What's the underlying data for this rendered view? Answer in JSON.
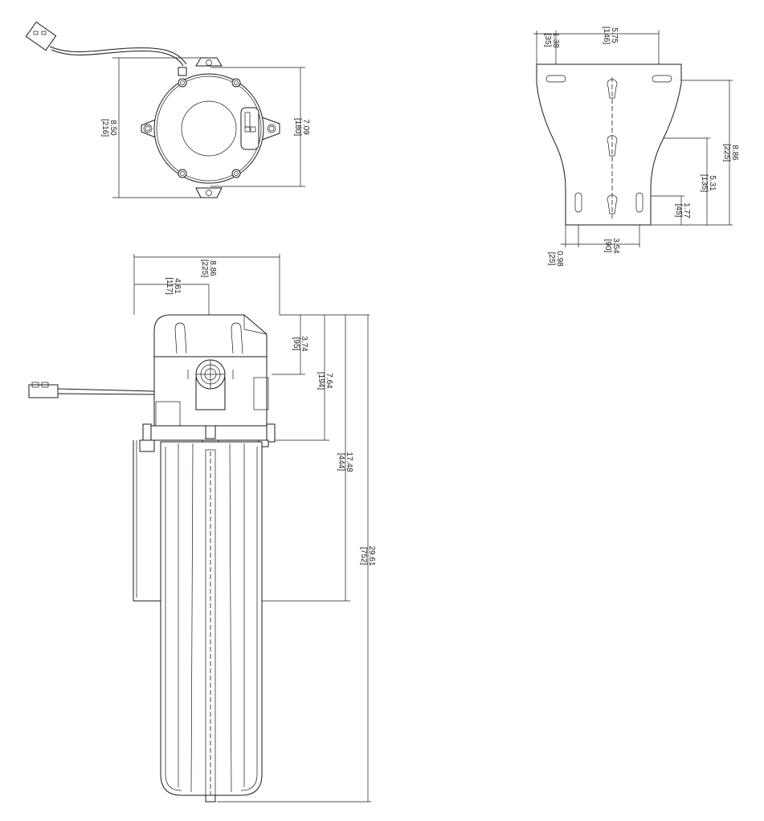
{
  "top_view": {
    "height_in": "8.50",
    "height_mm": "[216]",
    "width_in": "7.09",
    "width_mm": "[180]"
  },
  "side_view": {
    "head_width_in": "8.86",
    "head_width_mm": "[225]",
    "port_offset_in": "4.61",
    "port_offset_mm": "[117]",
    "port_height_in": "3.74",
    "port_height_mm": "[95]",
    "head_height_in": "7.64",
    "head_height_mm": "[194]",
    "bracket_height_in": "17.48",
    "bracket_height_mm": "[444]",
    "total_height_in": "29.61",
    "total_height_mm": "[752]"
  },
  "bracket_view": {
    "slot_left_in": "1.38",
    "slot_left_mm": "[35]",
    "slot_spacing_in": "5.75",
    "slot_spacing_mm": "[146]",
    "height_in": "8.86",
    "height_mm": "[225]",
    "keyhole_height_in": "5.31",
    "keyhole_height_mm": "[135]",
    "slot_bottom_in": "1.77",
    "slot_bottom_mm": "[45]",
    "lower_slot_spacing_in": "3.54",
    "lower_slot_spacing_mm": "[90]",
    "lower_slot_left_in": "0.98",
    "lower_slot_left_mm": "[25]"
  }
}
